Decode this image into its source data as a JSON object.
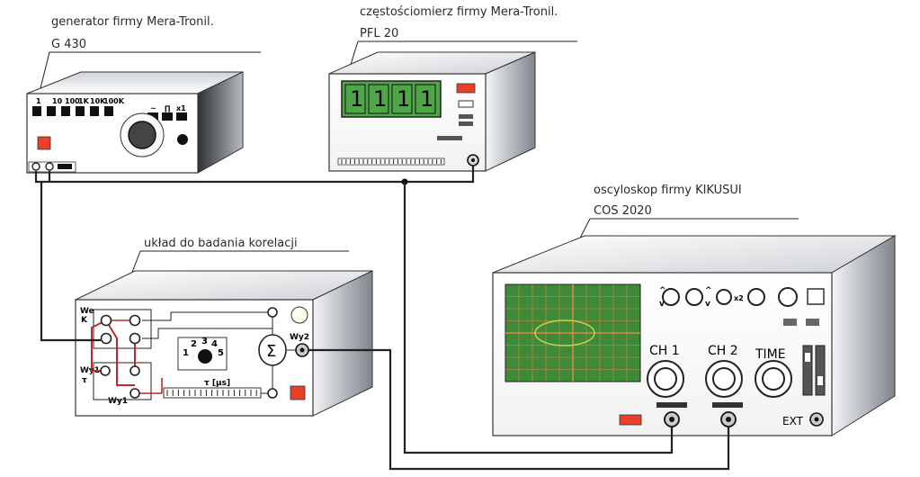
{
  "devices": {
    "generator": {
      "caption_line1": "generator firmy Mera-Tronil.",
      "caption_line2": "G 430",
      "range_labels": [
        "1",
        "10",
        "100",
        "1K",
        "10K",
        "100K"
      ],
      "wave_labels": [
        "~",
        "∏",
        "x1"
      ]
    },
    "frequency_meter": {
      "caption": "częstościomierz firmy Mera-Tronil.",
      "model": "PFL 20",
      "display_digits": [
        "1",
        "1",
        "1",
        "1"
      ]
    },
    "correlation_unit": {
      "caption": "układ do badania korelacji",
      "input_label_we": "We",
      "input_label_k": "K",
      "wy1_label": "Wy1",
      "wy2_label": "Wy2",
      "tau_label": "τ",
      "switch_labels": [
        "1",
        "2",
        "3",
        "4",
        "5"
      ],
      "scale_label": "τ [μs]",
      "sum_symbol": "Σ"
    },
    "oscilloscope": {
      "caption": "oscyloskop firmy KIKUSUI",
      "model": "COS 2020",
      "ch1_label": "CH 1",
      "ch2_label": "CH 2",
      "time_label": "TIME",
      "ext_label": "EXT",
      "x2_label": "x2"
    }
  },
  "colors": {
    "screen_green": "#3f8a3a",
    "grid_orange": "#d98a3a",
    "trace_yellow": "#c7d24a",
    "meter_display": "#4fa648",
    "indicator_red": "#e8402a",
    "signal_red": "#c0282a"
  }
}
